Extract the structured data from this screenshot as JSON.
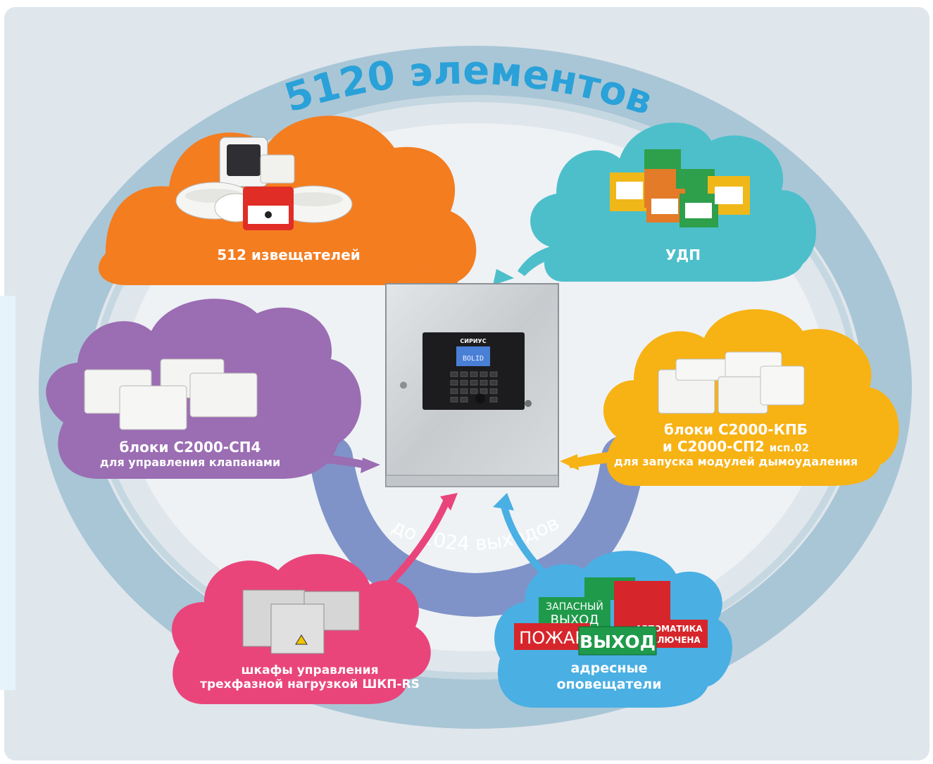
{
  "ring_title": "5120 элементов",
  "inner_arc_label": "до 1024 выходов",
  "central_panel": {
    "brand": "СИРИУС",
    "display_text": "BOLID"
  },
  "clouds": {
    "detectors": {
      "label": "512 извещателей",
      "color": "#f47d20"
    },
    "udp": {
      "label": "УДП",
      "color": "#4dbfcb"
    },
    "sp4": {
      "line1": "блоки С2000-СП4",
      "line2": "для управления клапанами",
      "color": "#9b6db3"
    },
    "kpb": {
      "line1": "блоки С2000-КПБ",
      "line2_main": "и С2000-СП2",
      "line2_small": "исп.02",
      "line3": "для запуска модулей дымоудаления",
      "color": "#f7b214"
    },
    "shkp": {
      "line1": "шкафы управления",
      "line2": "трехфазной нагрузкой ШКП-RS",
      "color": "#e9457b"
    },
    "annunciators": {
      "line1": "адресные",
      "line2": "оповещатели",
      "color": "#4aafe3"
    }
  },
  "signs": {
    "zapasny": "ЗАПАСНЫЙ",
    "vyhod_small": "ВЫХОД",
    "pozhar": "ПОЖАР",
    "vyhod": "ВЫХОД",
    "avtomatika": "АВТОМАТИКА",
    "otklyuchena": "ОТКЛЮЧЕНА"
  },
  "colors": {
    "ring": "#a9c6d6",
    "ring_text": "#2aa1d8",
    "inner_arc": "#7f93c9",
    "background": "#dfe6ec"
  }
}
